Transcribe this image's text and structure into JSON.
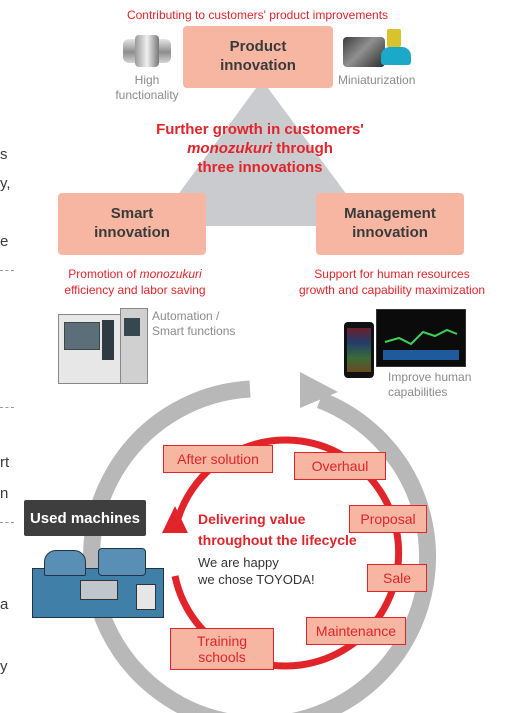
{
  "top_caption": "Contributing to customers' product improvements",
  "product": {
    "line1": "Product",
    "line2": "innovation"
  },
  "smart": {
    "line1": "Smart",
    "line2": "innovation"
  },
  "management": {
    "line1": "Management",
    "line2": "innovation"
  },
  "high_functionality": {
    "line1": "High",
    "line2": "functionality"
  },
  "miniaturization": "Miniaturization",
  "center": {
    "line1": "Further growth in customers'",
    "line2_em": "monozukuri",
    "line2_rest": " through",
    "line3": "three innovations"
  },
  "smart_caption": {
    "line1_pre": "Promotion of ",
    "line1_em": "monozukuri",
    "line2": "efficiency and labor saving"
  },
  "management_caption": {
    "line1": "Support for human resources",
    "line2": "growth and capability maximization"
  },
  "automation": {
    "line1": "Automation /",
    "line2": "Smart functions"
  },
  "improve": {
    "line1": "Improve human",
    "line2": "capabilities"
  },
  "used_machines": "Used machines",
  "lifecycle": {
    "headline1": "Delivering value",
    "headline2": "throughout the lifecycle",
    "sub1": "We are happy",
    "sub2": "we chose TOYODA!",
    "stages": {
      "after_solution": "After solution",
      "overhaul": "Overhaul",
      "proposal": "Proposal",
      "sale": "Sale",
      "maintenance": "Maintenance",
      "training1": "Training",
      "training2": "schools"
    }
  },
  "left_edge": [
    "s",
    "y,",
    "e",
    "rt",
    "n",
    "a",
    "y"
  ],
  "colors": {
    "accent_red": "#e1242a",
    "box_fill": "#f7b6a2",
    "triangle_gray": "#c9cbcf",
    "ring_gray": "#b8b8b8",
    "label_dark": "#3a3a3a"
  }
}
